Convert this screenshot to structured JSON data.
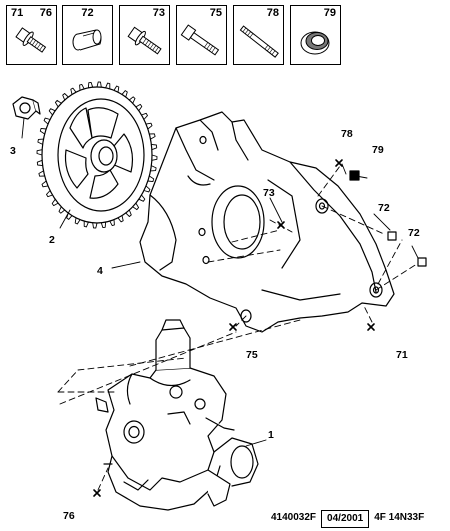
{
  "legend": [
    {
      "codes": [
        "71",
        "76"
      ],
      "icon": "flange-bolt-icon"
    },
    {
      "codes": [
        "72"
      ],
      "icon": "dowel-sleeve-icon"
    },
    {
      "codes": [
        "73"
      ],
      "icon": "flange-bolt-icon"
    },
    {
      "codes": [
        "75"
      ],
      "icon": "hex-bolt-icon"
    },
    {
      "codes": [
        "78"
      ],
      "icon": "stud-icon"
    },
    {
      "codes": [
        "79"
      ],
      "icon": "seal-ring-icon"
    }
  ],
  "callouts": {
    "c1": "1",
    "c2": "2",
    "c3": "3",
    "c4": "4",
    "c71": "71",
    "c72a": "72",
    "c72b": "72",
    "c73": "73",
    "c75": "75",
    "c76": "76",
    "c78": "78",
    "c79": "79"
  },
  "footer": {
    "ref": "4140032F",
    "date": "04/2001",
    "code": "4F 14N33F"
  }
}
